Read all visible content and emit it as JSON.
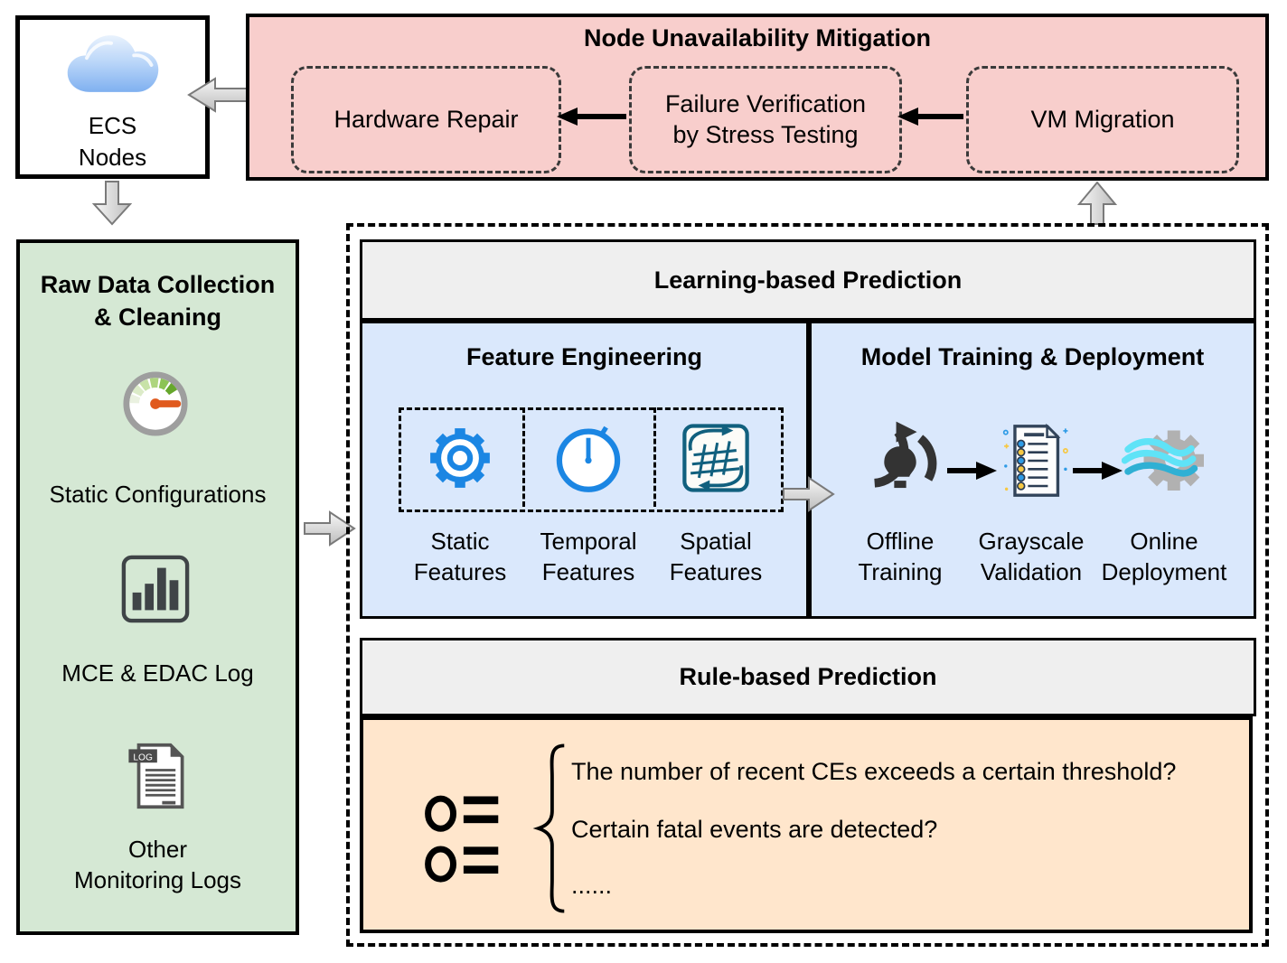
{
  "colors": {
    "mitigation_fill": "#f8cecc",
    "raw_data_fill": "#d5e8d4",
    "prediction_fill": "#dae8fc",
    "rule_fill": "#ffe6cc",
    "header_fill": "#efefef",
    "icon_blue": "#1b86e3",
    "icon_teal": "#11607e",
    "needle_orange": "#e05a1e"
  },
  "ecs": {
    "line1": "ECS",
    "line2": "Nodes"
  },
  "mitigation": {
    "title": "Node Unavailability Mitigation",
    "steps": [
      {
        "line1": "Hardware Repair",
        "line2": ""
      },
      {
        "line1": "Failure Verification",
        "line2": "by Stress Testing"
      },
      {
        "line1": "VM Migration",
        "line2": ""
      }
    ]
  },
  "raw_data": {
    "title_line1": "Raw Data Collection",
    "title_line2": "& Cleaning",
    "items": [
      {
        "icon": "gauge-icon",
        "line1": "Static Configurations",
        "line2": ""
      },
      {
        "icon": "bar-chart-icon",
        "line1": "MCE & EDAC Log",
        "line2": ""
      },
      {
        "icon": "log-document-icon",
        "line1": "Other",
        "line2": "Monitoring Logs"
      }
    ]
  },
  "learning": {
    "title": "Learning-based Prediction",
    "feature_engineering": {
      "title": "Feature Engineering",
      "features": [
        {
          "icon": "gear-icon",
          "line1": "Static",
          "line2": "Features"
        },
        {
          "icon": "stopwatch-icon",
          "line1": "Temporal",
          "line2": "Features"
        },
        {
          "icon": "spatial-grid-icon",
          "line1": "Spatial",
          "line2": "Features"
        }
      ]
    },
    "model_training": {
      "title": "Model Training & Deployment",
      "stages": [
        {
          "icon": "offline-training-icon",
          "line1": "Offline",
          "line2": "Training"
        },
        {
          "icon": "checklist-icon",
          "line1": "Grayscale",
          "line2": "Validation"
        },
        {
          "icon": "deployment-gear-icon",
          "line1": "Online",
          "line2": "Deployment"
        }
      ]
    }
  },
  "rule_based": {
    "title": "Rule-based Prediction",
    "rules": [
      "The number of recent CEs exceeds a certain threshold?",
      "Certain fatal events are detected?",
      "......"
    ]
  },
  "log_icon_label": "LOG"
}
